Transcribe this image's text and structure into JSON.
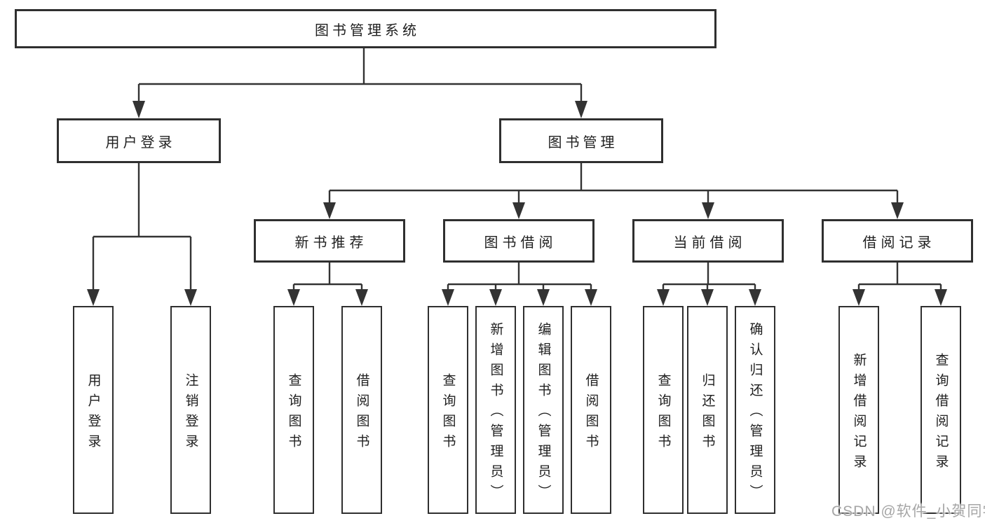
{
  "diagram": {
    "title": "图书管理系统",
    "root": {
      "label": "图书管理系统"
    },
    "level2": [
      {
        "id": "user-login",
        "label": "用户登录"
      },
      {
        "id": "book-management",
        "label": "图书管理"
      }
    ],
    "level3": [
      {
        "id": "new-book-recommend",
        "label": "新书推荐",
        "parent": "图书管理"
      },
      {
        "id": "book-borrow",
        "label": "图书借阅",
        "parent": "图书管理"
      },
      {
        "id": "current-borrow",
        "label": "当前借阅",
        "parent": "图书管理"
      },
      {
        "id": "borrow-records",
        "label": "借阅记录",
        "parent": "图书管理"
      }
    ],
    "level4": [
      {
        "id": "user-login-leaf",
        "label": "用户登录",
        "parent": "用户登录"
      },
      {
        "id": "logout",
        "label": "注销登录",
        "parent": "用户登录"
      },
      {
        "id": "query-books-1",
        "label": "查询图书",
        "parent": "新书推荐"
      },
      {
        "id": "borrow-books-1",
        "label": "借阅图书",
        "parent": "新书推荐"
      },
      {
        "id": "query-books-2",
        "label": "查询图书",
        "parent": "图书借阅"
      },
      {
        "id": "add-book-admin",
        "label": "新增图书（管理员）",
        "parent": "图书借阅"
      },
      {
        "id": "edit-book-admin",
        "label": "编辑图书（管理员）",
        "parent": "图书借阅"
      },
      {
        "id": "borrow-books-2",
        "label": "借阅图书",
        "parent": "图书借阅"
      },
      {
        "id": "query-books-3",
        "label": "查询图书",
        "parent": "当前借阅"
      },
      {
        "id": "return-books",
        "label": "归还图书",
        "parent": "当前借阅"
      },
      {
        "id": "confirm-return-admin",
        "label": "确认归还（管理员）",
        "parent": "当前借阅"
      },
      {
        "id": "add-borrow-record",
        "label": "新增借阅记录",
        "parent": "借阅记录"
      },
      {
        "id": "query-borrow-record",
        "label": "查询借阅记录",
        "parent": "借阅记录"
      }
    ]
  },
  "watermark": {
    "text": "CSDN @软件_小贺同学"
  },
  "colors": {
    "line": "#333333",
    "border": "#2f2f2f",
    "text": "#1f1f1f",
    "background": "#ffffff",
    "watermark": "#a6a6a6"
  }
}
